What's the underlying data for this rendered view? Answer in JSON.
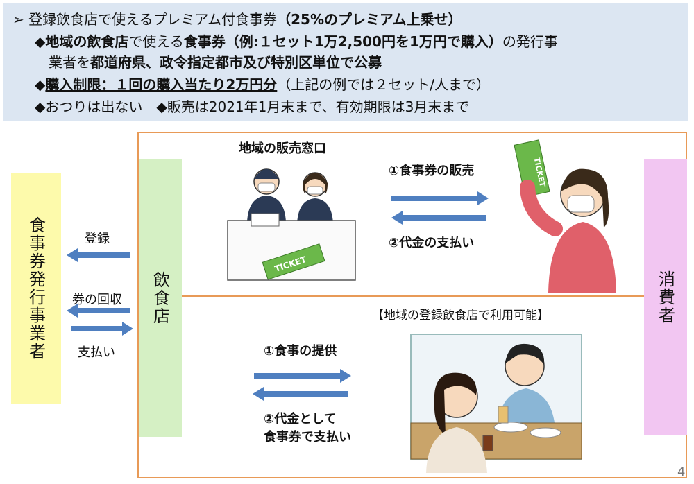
{
  "info": {
    "line1_a": "➢ 登録飲食店で使えるプレミアム付食事券",
    "line1_b": "（25%のプレミアム上乗せ）",
    "line2_a": "◆",
    "line2_b": "地域の飲食店",
    "line2_c": "で使える",
    "line2_d": "食事券（例:１セット1万2,500円を1万円で購入）",
    "line2_e": "の発行事",
    "line3_a": "業者を",
    "line3_b": "都道府県、政令指定都市及び特別区単位で公募",
    "line4_a": "◆",
    "line4_b": "購入制限：１回の購入当たり2万円分",
    "line4_c": "（上記の例では２セット/人まで）",
    "line5": "◆おつりは出ない　◆販売は2021年1月末まで、有効期限は3月末まで"
  },
  "labels": {
    "issuer": "食事券発行事業者",
    "restaurant": "飲食店",
    "consumer": "消費者",
    "register": "登録",
    "collect": "券の回収",
    "payment": "支払い",
    "sales_window": "地域の販売窓口",
    "sale": "①食事券の販売",
    "pay_price": "②代金の支払い",
    "usable": "【地域の登録飲食店で利用可能】",
    "meal": "①食事の提供",
    "pay_meal_1": "②代金として",
    "pay_meal_2": "食事券で支払い",
    "ticket": "TICKET",
    "page_num": "4"
  },
  "colors": {
    "info_bg": "#dce6f2",
    "issuer_bg": "#fdfaab",
    "restaurant_bg": "#d5f0c4",
    "consumer_bg": "#f2c6f2",
    "arrow_blue": "#4f7fc0",
    "frame_orange": "#e89a57",
    "ticket_green": "#6bb84a"
  }
}
